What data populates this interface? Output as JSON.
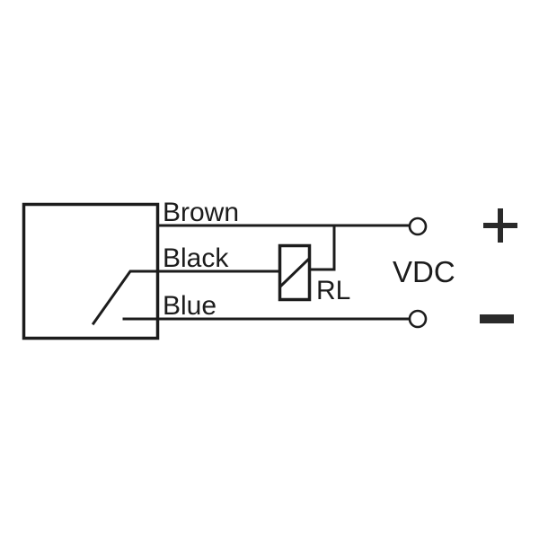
{
  "diagram": {
    "type": "sensor-wiring-diagram",
    "colors": {
      "line": "#1c1c1c",
      "background": "#ffffff"
    },
    "sensor": {
      "label": "",
      "component": "sensor-body-with-npn-switch"
    },
    "wires": [
      {
        "id": "brown",
        "label": "Brown",
        "connects_to": "positive-terminal"
      },
      {
        "id": "black",
        "label": "Black",
        "connects_to": "relay"
      },
      {
        "id": "blue",
        "label": "Blue",
        "connects_to": "negative-terminal"
      }
    ],
    "relay": {
      "label": "RL"
    },
    "supply": {
      "label": "VDC",
      "positive_symbol": "+",
      "negative_symbol": "−"
    }
  }
}
